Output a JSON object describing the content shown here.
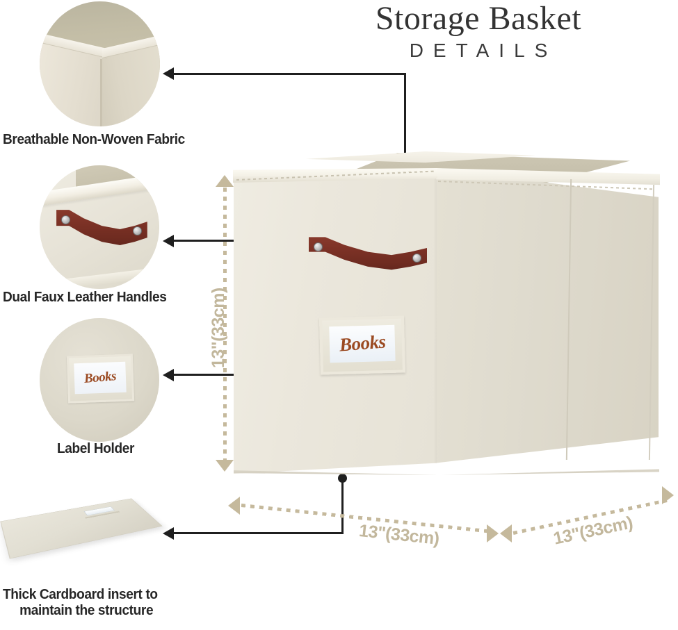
{
  "header": {
    "title": "Storage Basket",
    "subtitle": "DETAILS"
  },
  "features": [
    {
      "id": "fabric",
      "caption": "Breathable Non-Woven Fabric",
      "icon": "fabric-corner-photo"
    },
    {
      "id": "handles",
      "caption": "Dual Faux Leather Handles",
      "icon": "leather-handle-photo"
    },
    {
      "id": "label-holder",
      "caption": "Label Holder",
      "icon": "label-holder-photo"
    },
    {
      "id": "cardboard",
      "caption_line1": "Thick Cardboard insert to",
      "caption_line2": "maintain the structure",
      "icon": "cardboard-sheet-photo"
    }
  ],
  "product": {
    "label_card_text": "Books",
    "swatch_label_text": "Books"
  },
  "dimensions": {
    "height": "13\"(33cm)",
    "width": "13\"(33cm)",
    "depth": "13\"(33cm)"
  },
  "colors": {
    "fabric_cream": "#ebe7dc",
    "fabric_shadow": "#d8d3c4",
    "leather_brown": "#7d3226",
    "dimension_tan": "#c5b99c",
    "text_dark": "#262626",
    "script_brown": "#9b4a22"
  }
}
